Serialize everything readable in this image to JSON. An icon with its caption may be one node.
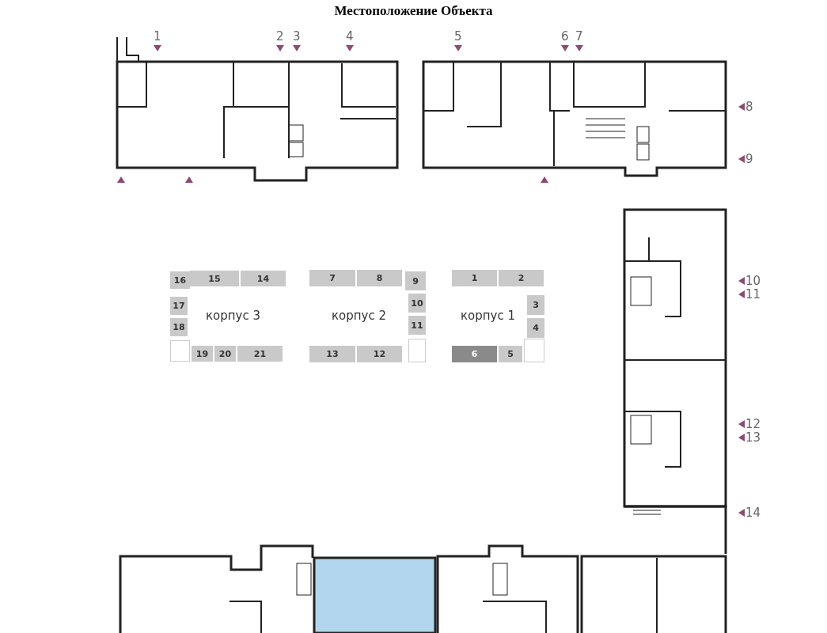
{
  "diagram": {
    "title": "Местоположение Объекта",
    "nodes": [
      {
        "text": [
          "16"
        ]
      },
      {
        "text": [
          "15"
        ]
      },
      {
        "text": [
          "14"
        ]
      },
      {
        "text": [
          "17"
        ]
      },
      {
        "text": [
          "18"
        ]
      },
      {
        "text": [
          "19"
        ]
      },
      {
        "text": [
          "20"
        ]
      },
      {
        "text": [
          "21"
        ]
      },
      {
        "text": [
          "7"
        ]
      },
      {
        "text": [
          "8"
        ]
      },
      {
        "text": [
          "9"
        ]
      },
      {
        "text": [
          "10"
        ]
      },
      {
        "text": [
          "11"
        ]
      },
      {
        "text": [
          "13"
        ]
      },
      {
        "text": [
          "12"
        ]
      },
      {
        "text": [
          "1"
        ]
      },
      {
        "text": [
          "2"
        ]
      },
      {
        "text": [
          "3"
        ]
      },
      {
        "text": [
          "4"
        ]
      },
      {
        "text": [
          "6"
        ]
      },
      {
        "text": [
          "5"
        ]
      }
    ],
    "edges": [],
    "labels": [
      "1",
      "2",
      "3",
      "4",
      "5",
      "6",
      "7",
      "8",
      "9",
      "корпус 3",
      "корпус 2",
      "корпус 1",
      "10",
      "11",
      "12",
      "13",
      "14"
    ]
  }
}
